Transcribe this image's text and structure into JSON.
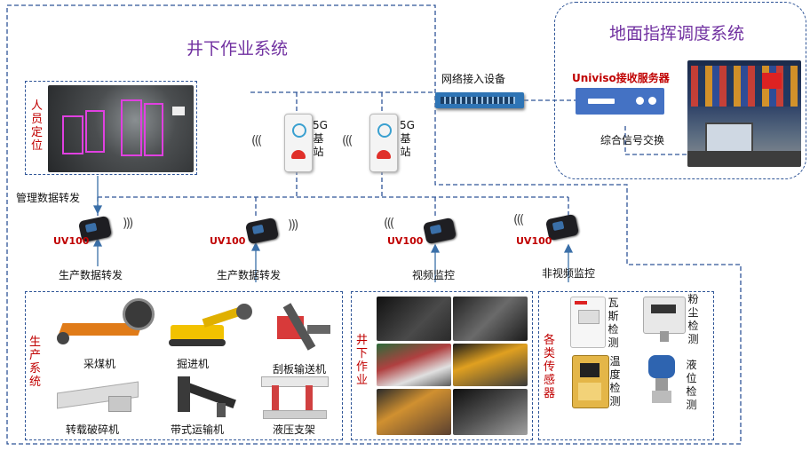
{
  "titles": {
    "underground": "井下作业系统",
    "ground": "地面指挥调度系统"
  },
  "network": {
    "switch_label": "网络接入设备",
    "server_label": "Univiso接收服务器",
    "signal_label": "综合信号交换"
  },
  "personnel": {
    "label": "人员定位",
    "forward_label": "管理数据转发"
  },
  "base_stations": [
    {
      "label": "5G基站"
    },
    {
      "label": "5G基站"
    }
  ],
  "uv_devices": [
    {
      "label": "UV100",
      "caption": "生产数据转发"
    },
    {
      "label": "UV100",
      "caption": "生产数据转发"
    },
    {
      "label": "UV100",
      "caption": "视频监控"
    },
    {
      "label": "UV100",
      "caption": "非视频监控"
    }
  ],
  "production": {
    "label": "生产系统",
    "items": [
      "采煤机",
      "掘进机",
      "刮板输送机",
      "转载破碎机",
      "带式运输机",
      "液压支架"
    ]
  },
  "underground_work": {
    "label": "井下作业"
  },
  "sensors": {
    "label": "各类传感器",
    "items": [
      "瓦斯检测",
      "粉尘检测",
      "温度检测",
      "液位检测"
    ]
  },
  "colors": {
    "border": "#2f5597",
    "title": "#7030a0",
    "accent_red": "#c00000",
    "switch_blue": "#2e74b5",
    "server_blue": "#4472c4"
  }
}
